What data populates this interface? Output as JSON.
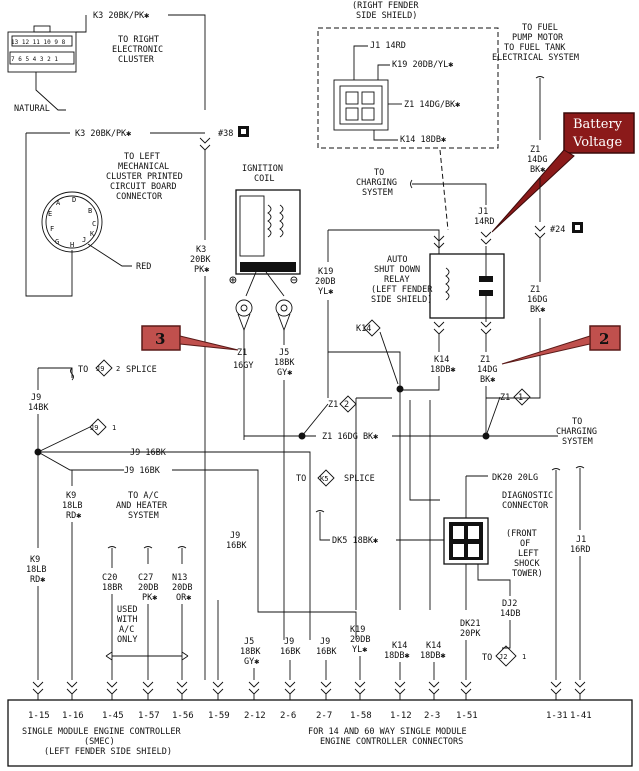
{
  "labels": {
    "k3_top": "K3 20BK/PK✱",
    "to_right_cluster": [
      "TO RIGHT",
      "ELECTRONIC",
      "CLUSTER"
    ],
    "natural": "NATURAL",
    "k3_left": "K3 20BK/PK✱",
    "to_left_cluster": [
      "TO LEFT",
      "MECHANICAL",
      "CLUSTER PRINTED",
      "CIRCUIT BOARD",
      "CONNECTOR"
    ],
    "red": "RED",
    "ground38": "#38",
    "ignition_coil": [
      "IGNITION",
      "COIL"
    ],
    "right_fender": [
      "(RIGHT FENDER",
      "SIDE SHIELD)"
    ],
    "j1_14rd": "J1 14RD",
    "k19_yl": "K19 20DB/YL✱",
    "z1_bk": "Z1 14DG/BK✱",
    "k14_18db": "K14 18DB✱",
    "to_fuel_pump": [
      "TO FUEL",
      "PUMP MOTOR",
      "TO FUEL TANK",
      "ELECTRICAL SYSTEM"
    ],
    "battery_voltage": [
      "Battery",
      "Voltage"
    ],
    "to_charging_1": [
      "TO",
      "CHARGING",
      "SYSTEM"
    ],
    "z1_14dg_bk_top": [
      "Z1",
      "14DG",
      "BK✱"
    ],
    "j1_14rd_vert": [
      "J1",
      "14RD"
    ],
    "ground24": "#24",
    "z1_16dg_bk_right": [
      "Z1",
      "16DG",
      "BK✱"
    ],
    "asd_relay": [
      "AUTO",
      "SHUT DOWN",
      "RELAY",
      "(LEFT FENDER",
      "SIDE SHIELD)"
    ],
    "k19_20db_yl": [
      "K19",
      "20DB",
      "YL✱"
    ],
    "k3_20bk_pk": [
      "K3",
      "20BK",
      "PK✱"
    ],
    "k14_box": "K14",
    "callout3": "3",
    "callout2": "2",
    "z1_16gy": [
      "Z1",
      "16GY"
    ],
    "j5_18bk_gy": [
      "J5",
      "18BK",
      "GY✱"
    ],
    "k14_18db_vert": [
      "K14",
      "18DB✱"
    ],
    "z1_14dg_bk_low": [
      "Z1",
      "14DG",
      "BK✱"
    ],
    "to_j9_splice": "TO",
    "j9_box2": "J9",
    "j9_box2_pin": "2",
    "splice": "SPLICE",
    "j9_14bk": [
      "J9",
      "14BK"
    ],
    "j9_box1": "J9",
    "j9_box1_pin": "1",
    "z1_box2": "Z1",
    "z1_box2_pin": "2",
    "z1_box1": "Z1",
    "z1_box1_pin": "1",
    "z1_16dg_bk_h": "Z1 16DG BK✱",
    "to_charging_2": [
      "TO",
      "CHARGING",
      "SYSTEM"
    ],
    "j9_16bk_1": "J9 16BK",
    "j9_16bk_2": "J9 16BK",
    "k9_18lb_rd": [
      "K9",
      "18LB",
      "RD✱"
    ],
    "to_ac": [
      "TO A/C",
      "AND HEATER",
      "SYSTEM"
    ],
    "to_k5": "TO",
    "k5_box": "K5",
    "k5_splice": "SPLICE",
    "dk20": "DK20 20LG",
    "diag_conn": [
      "DIAGNOSTIC",
      "CONNECTOR"
    ],
    "front_shock": [
      "(FRONT",
      "OF",
      "LEFT",
      "SHOCK",
      "TOWER)"
    ],
    "dk5": "DK5 18BK✱",
    "j9_16bk_vert": [
      "J9",
      "16BK"
    ],
    "k9_18lb_rd_low": [
      "K9",
      "18LB",
      "RD✱"
    ],
    "c20": [
      "C20",
      "18BR"
    ],
    "c27": [
      "C27",
      "20DB",
      "PK✱"
    ],
    "n13": [
      "N13",
      "20DB",
      "OR✱"
    ],
    "used_with_ac": [
      "USED",
      "WITH",
      "A/C",
      "ONLY"
    ],
    "j5_low": [
      "J5",
      "18BK",
      "GY✱"
    ],
    "j9_low1": [
      "J9",
      "16BK"
    ],
    "j9_low2": [
      "J9",
      "16BK"
    ],
    "k19_low": [
      "K19",
      "20DB",
      "YL✱"
    ],
    "k14_low1": [
      "K14",
      "18DB✱"
    ],
    "k14_low2": [
      "K14",
      "18DB✱"
    ],
    "dk21": [
      "DK21",
      "20PK"
    ],
    "dj2": [
      "DJ2",
      "14DB"
    ],
    "to_j2": "TO",
    "j2_box": "J2",
    "j2_pin": "1",
    "j1_16rd": [
      "J1",
      "16RD"
    ],
    "smec_left": [
      "SINGLE MODULE ENGINE CONTROLLER",
      "(SMEC)",
      "(LEFT FENDER SIDE SHIELD)"
    ],
    "smec_right": [
      "FOR 14 AND 60 WAY SINGLE MODULE",
      "ENGINE CONTROLLER CONNECTORS"
    ]
  },
  "pins": [
    "1-15",
    "1-16",
    "1-45",
    "1-57",
    "1-56",
    "1-59",
    "2-12",
    "2-6",
    "2-7",
    "1-58",
    "1-12",
    "2-3",
    "1-51",
    "1-31",
    "1-41"
  ],
  "connector_pins": {
    "cluster_row1": [
      "13",
      "12",
      "11",
      "10",
      "9",
      "8"
    ],
    "cluster_row2": [
      "7",
      "6",
      "5",
      "4",
      "3",
      "2",
      "1"
    ],
    "round_pins": [
      "A",
      "B",
      "C",
      "D",
      "E",
      "F",
      "G",
      "H",
      "J",
      "K"
    ]
  },
  "colors": {
    "callout_fill": "#c0504d",
    "callout_stroke": "#5a1a18",
    "battery_fill": "#8b1a1a",
    "battery_text": "#ffffff"
  }
}
